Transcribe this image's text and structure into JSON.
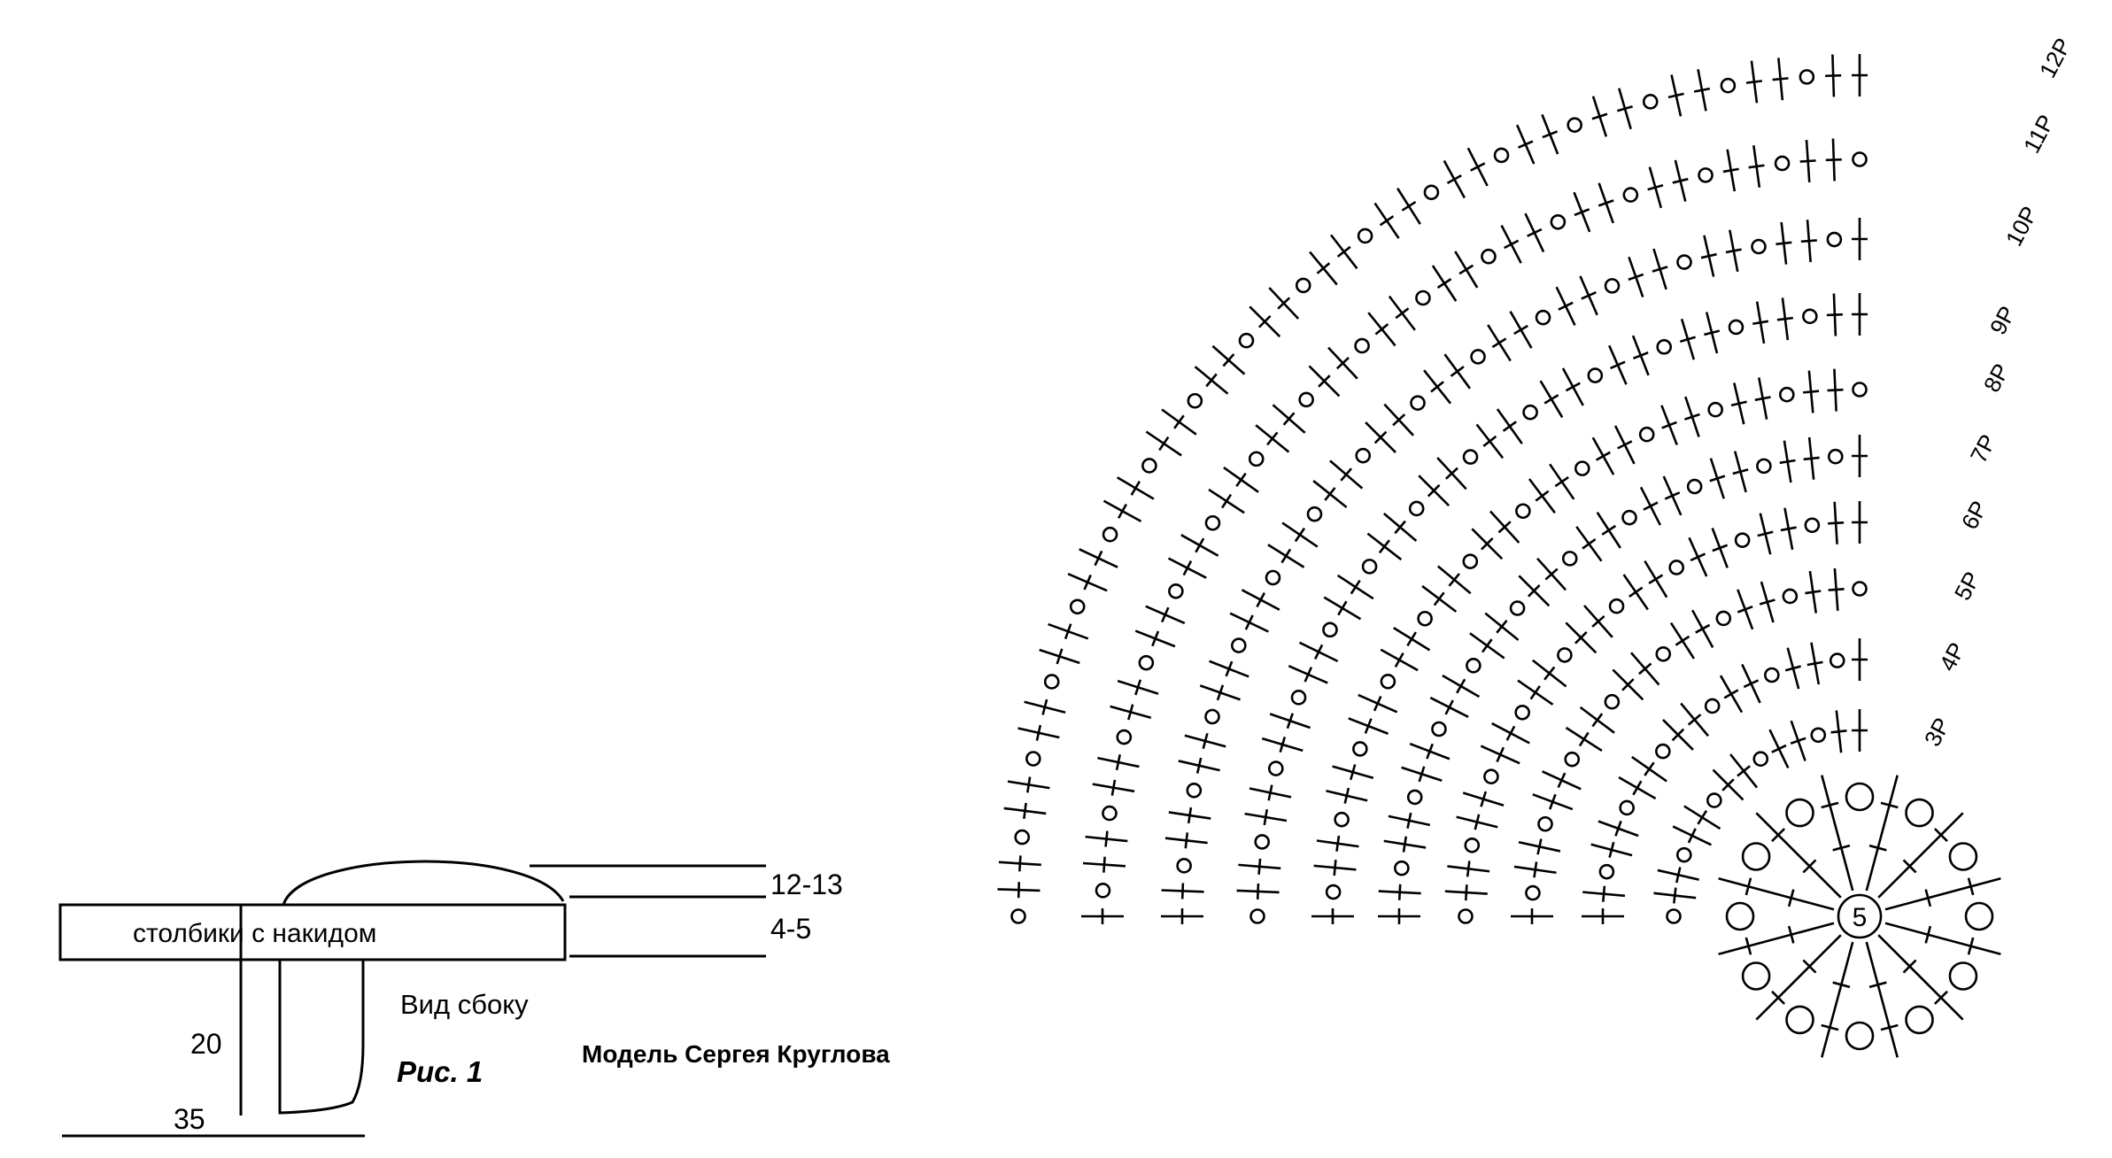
{
  "side_view": {
    "band_label": "столбики с накидом",
    "dim_12_13": "12-13",
    "dim_4_5": "4-5",
    "dim_20": "20",
    "dim_35": "35",
    "view_label": "Вид сбоку",
    "fig_label": "Рис. 1"
  },
  "credit": "Модель Сергея Круглова",
  "chart": {
    "center_label": "5",
    "row_labels": [
      "3P",
      "4P",
      "5P",
      "6P",
      "7P",
      "8P",
      "9P",
      "10P",
      "11P",
      "12P"
    ]
  }
}
